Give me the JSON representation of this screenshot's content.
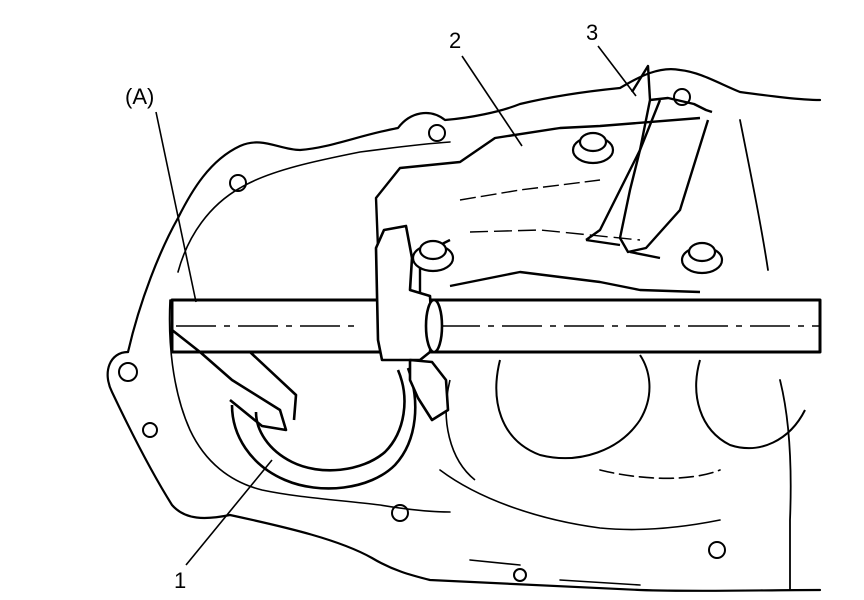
{
  "diagram": {
    "callouts": {
      "part_1": "1",
      "part_2": "2",
      "part_3": "3",
      "point_a": "(A)"
    }
  }
}
